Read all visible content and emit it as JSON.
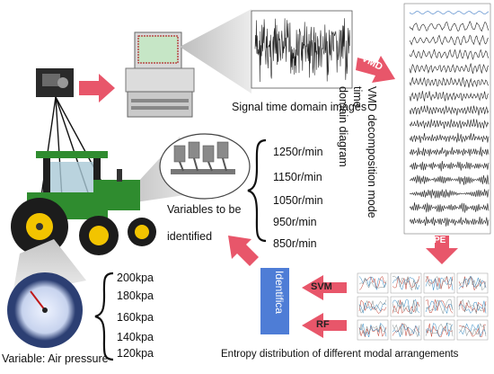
{
  "labels": {
    "signal_time_domain": "Signal time domain images",
    "vmd_title_line1": "VMD decomposition mode time",
    "vmd_title_line2": "domain diagram",
    "variables_line1": "Variables to be",
    "variables_line2": "identified",
    "variable_air_pressure": "Variable: Air pressure",
    "entropy_distribution": "Entropy distribution of different modal arrangements",
    "identifica": "Identifica"
  },
  "arrow_labels": {
    "vmd": "VMD",
    "pe": "PE",
    "svm": "SVM",
    "rf": "RF"
  },
  "speeds": [
    "1250r/min",
    "1150r/min",
    "1050r/min",
    "950r/min",
    "850r/min"
  ],
  "pressures": [
    "200kpa",
    "180kpa",
    "160kpa",
    "140kpa",
    "120kpa"
  ],
  "colors": {
    "arrow": "#e8566a",
    "identifica_box": "#4e7dd6",
    "tractor_green": "#2f8c2f",
    "tractor_yellow": "#f2c400",
    "signal": "#222222"
  }
}
